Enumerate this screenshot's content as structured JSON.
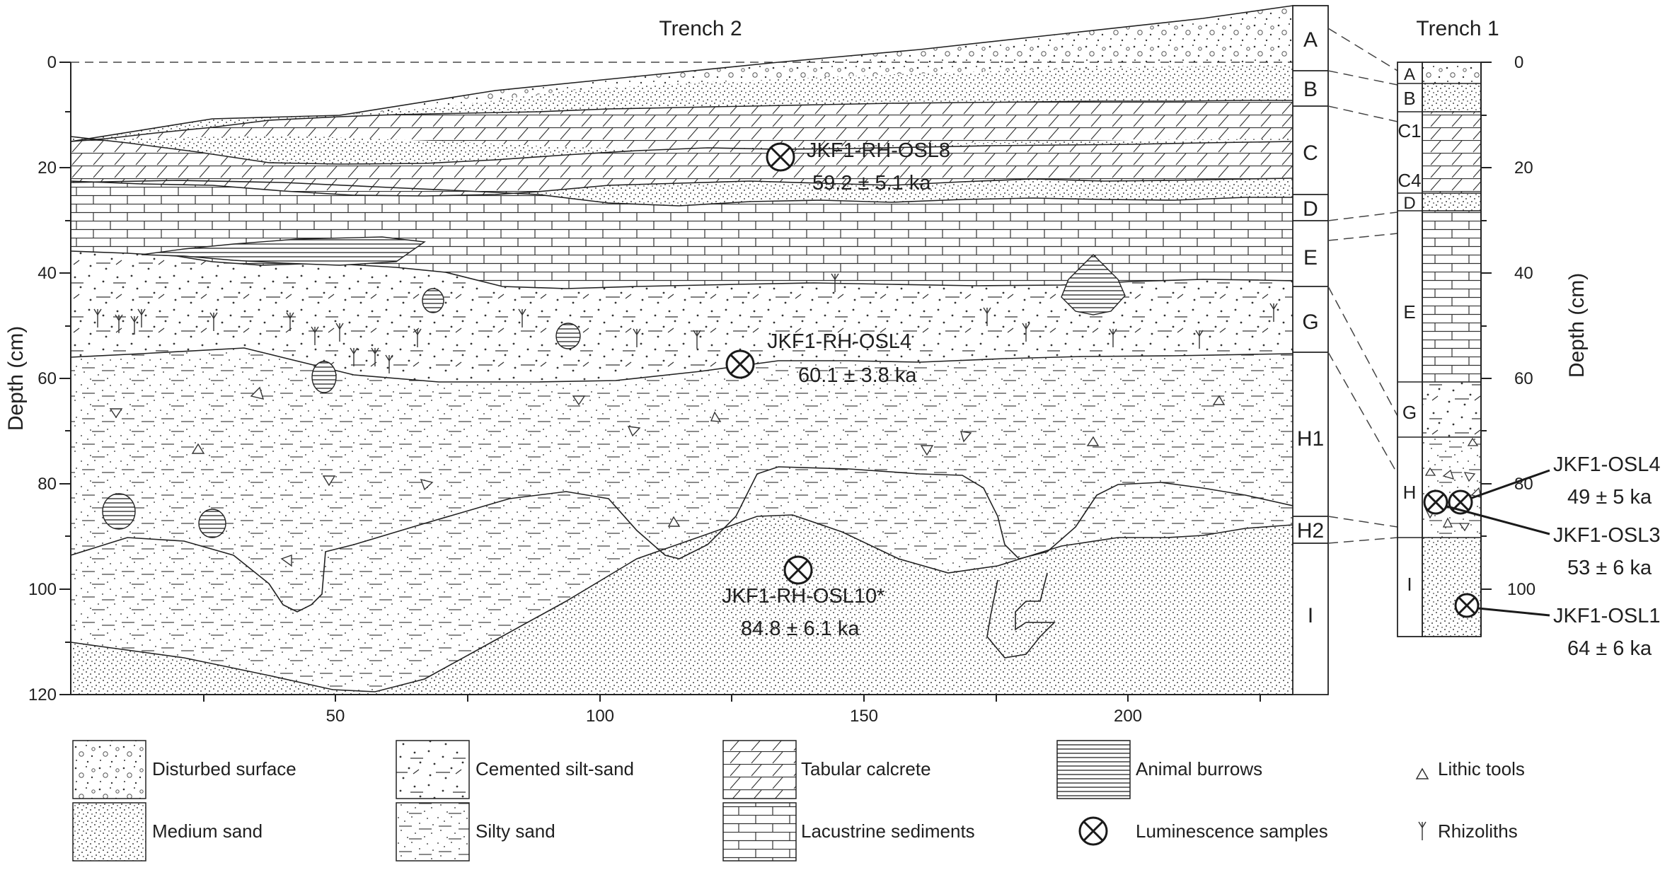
{
  "trench2": {
    "title": "Trench 2",
    "y_axis_label": "Depth (cm)",
    "y_ticks": [
      "0",
      "20",
      "40",
      "60",
      "80",
      "100",
      "120"
    ],
    "x_ticks": [
      "50",
      "100",
      "150",
      "200"
    ],
    "units": [
      "A",
      "B",
      "C",
      "D",
      "E",
      "G",
      "H1",
      "H2",
      "I"
    ],
    "samples": [
      {
        "id": "JKF1-RH-OSL8",
        "age": "59.2 ± 5.1 ka"
      },
      {
        "id": "JKF1-RH-OSL4",
        "age": "60.1 ± 3.8 ka"
      },
      {
        "id": "JKF1-RH-OSL10*",
        "age": "84.8 ± 6.1 ka"
      }
    ]
  },
  "trench1": {
    "title": "Trench 1",
    "y_axis_label": "Depth (cm)",
    "y_ticks": [
      "0",
      "20",
      "40",
      "60",
      "80",
      "100"
    ],
    "units": [
      "A",
      "B",
      "C1",
      "C4",
      "D",
      "E",
      "G",
      "H",
      "I"
    ],
    "samples": [
      {
        "id": "JKF1-OSL4",
        "age": "49 ± 5 ka"
      },
      {
        "id": "JKF1-OSL3",
        "age": "53 ± 6 ka"
      },
      {
        "id": "JKF1-OSL1",
        "age": "64 ± 6 ka"
      }
    ]
  },
  "legend": [
    {
      "key": "disturbed",
      "label": "Disturbed surface"
    },
    {
      "key": "cemented",
      "label": "Cemented silt-sand"
    },
    {
      "key": "calcrete",
      "label": "Tabular calcrete"
    },
    {
      "key": "burrows",
      "label": "Animal burrows"
    },
    {
      "key": "lithic",
      "label": "Lithic tools"
    },
    {
      "key": "medium",
      "label": "Medium sand"
    },
    {
      "key": "silty",
      "label": "Silty sand"
    },
    {
      "key": "lacustrine",
      "label": "Lacustrine sediments"
    },
    {
      "key": "luminescence",
      "label": "Luminescence samples"
    },
    {
      "key": "rhizolith",
      "label": "Rhizoliths"
    }
  ]
}
